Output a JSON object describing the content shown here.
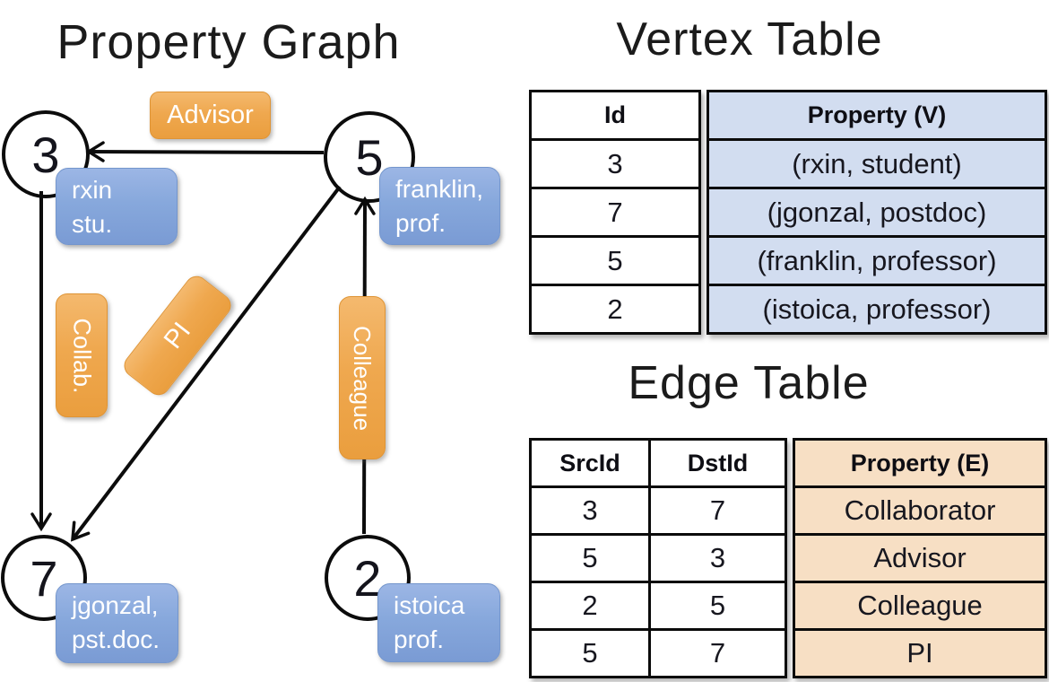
{
  "graph": {
    "title": "Property Graph",
    "nodes": [
      {
        "id": "3",
        "property_line1": "rxin",
        "property_line2": "stu."
      },
      {
        "id": "5",
        "property_line1": "franklin,",
        "property_line2": "prof."
      },
      {
        "id": "7",
        "property_line1": "jgonzal,",
        "property_line2": "pst.doc."
      },
      {
        "id": "2",
        "property_line1": "istoica",
        "property_line2": "prof."
      }
    ],
    "edge_labels": {
      "advisor": "Advisor",
      "collab": "Collab.",
      "pi": "PI",
      "colleague": "Colleague"
    },
    "edges": [
      {
        "from": "5",
        "to": "3",
        "label": "Advisor"
      },
      {
        "from": "3",
        "to": "7",
        "label": "Collab."
      },
      {
        "from": "5",
        "to": "7",
        "label": "PI"
      },
      {
        "from": "2",
        "to": "5",
        "label": "Colleague"
      }
    ]
  },
  "vertex_table": {
    "title": "Vertex Table",
    "headers": {
      "id": "Id",
      "property": "Property (V)"
    },
    "rows": [
      {
        "id": "3",
        "property": "(rxin, student)"
      },
      {
        "id": "7",
        "property": "(jgonzal, postdoc)"
      },
      {
        "id": "5",
        "property": "(franklin, professor)"
      },
      {
        "id": "2",
        "property": "(istoica, professor)"
      }
    ]
  },
  "edge_table": {
    "title": "Edge Table",
    "headers": {
      "src": "SrcId",
      "dst": "DstId",
      "property": "Property (E)"
    },
    "rows": [
      {
        "src": "3",
        "dst": "7",
        "property": "Collaborator"
      },
      {
        "src": "5",
        "dst": "3",
        "property": "Advisor"
      },
      {
        "src": "2",
        "dst": "5",
        "property": "Colleague"
      },
      {
        "src": "5",
        "dst": "7",
        "property": "PI"
      }
    ]
  },
  "colors": {
    "node_label_fill": "#84a5d9",
    "edge_label_fill": "#efa64a",
    "vertex_property_fill": "#d2ddf0",
    "edge_property_fill": "#f7dfc4",
    "line": "#0c0c0c"
  }
}
